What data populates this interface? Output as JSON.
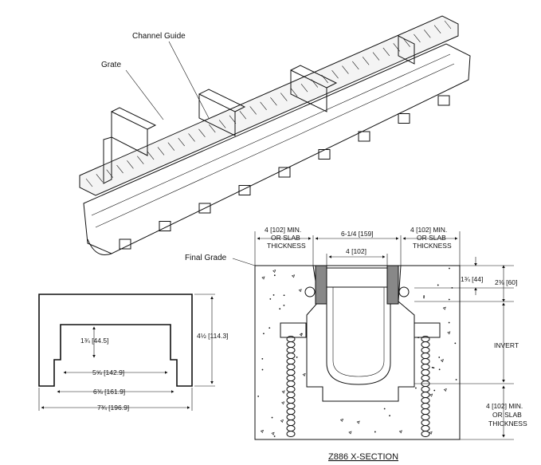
{
  "iso": {
    "channel_guide_label": "Channel Guide",
    "grate_label": "Grate",
    "final_grade_label": "Final Grade"
  },
  "profile": {
    "dim_inner_height": "1¾ [44.5]",
    "dim_inner_width": "5⅝ [142.9]",
    "dim_mid_width": "6⅜ [161.9]",
    "dim_overall_width": "7¾ [196.9]",
    "dim_overall_height": "4½ [114.3]"
  },
  "section": {
    "title": "Z886 X-SECTION",
    "left_min": [
      "4 [102] MIN.",
      "OR SLAB",
      "THICKNESS"
    ],
    "right_min": [
      "4 [102] MIN.",
      "OR SLAB",
      "THICKNESS"
    ],
    "outer_width": "6-1/4 [159]",
    "inner_width": "4 [102]",
    "dim_top": "1¾ [44]",
    "dim_second": "2⅜ [60]",
    "invert": "INVERT",
    "bottom_min": [
      "4 [102] MIN.",
      "OR SLAB",
      "THICKNESS"
    ]
  },
  "colors": {
    "line": "#111111",
    "grate_fill": "#f4f4f4"
  }
}
